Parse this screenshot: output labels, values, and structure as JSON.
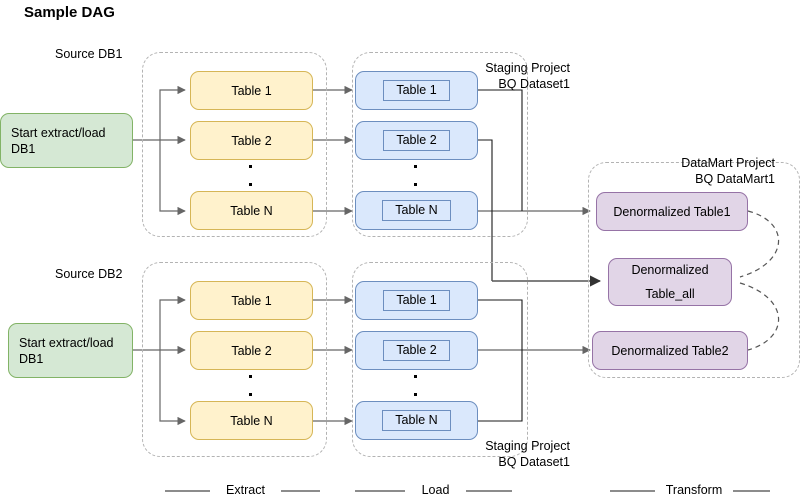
{
  "title": "Sample DAG",
  "groups": {
    "source_db1_label": "Source DB1",
    "source_db2_label": "Source DB2",
    "staging_top_label": "Staging Project\nBQ Dataset1",
    "staging_bottom_label": "Staging Project\nBQ Dataset1",
    "datamart_label": "DataMart Project\nBQ DataMart1"
  },
  "start_nodes": {
    "db1": "Start extract/load\nDB1",
    "db2": "Start extract/load\nDB1"
  },
  "extract": {
    "db1_tables": [
      "Table 1",
      "Table 2",
      "Table N"
    ],
    "db2_tables": [
      "Table 1",
      "Table 2",
      "Table N"
    ]
  },
  "load": {
    "db1_tables": [
      "Table 1",
      "Table 2",
      "Table N"
    ],
    "db2_tables": [
      "Table 1",
      "Table 2",
      "Table N"
    ]
  },
  "transform": {
    "tables": [
      "Denormalized Table1",
      "Denormalized\nTable_all",
      "Denormalized Table2"
    ],
    "table_all_line1": "Denormalized",
    "table_all_line2": "Table_all"
  },
  "phases": {
    "extract": "Extract",
    "load": "Load",
    "transform": "Transform"
  },
  "colors": {
    "green_fill": "#d5e8d4",
    "green_stroke": "#82b366",
    "yellow_fill": "#fff2cc",
    "yellow_stroke": "#d6b656",
    "blue_fill": "#dae8fc",
    "blue_stroke": "#6c8ebf",
    "purple_fill": "#e1d5e7",
    "purple_stroke": "#9673a6",
    "group_stroke": "#b3b3b3",
    "arrow_stroke": "#666666"
  }
}
